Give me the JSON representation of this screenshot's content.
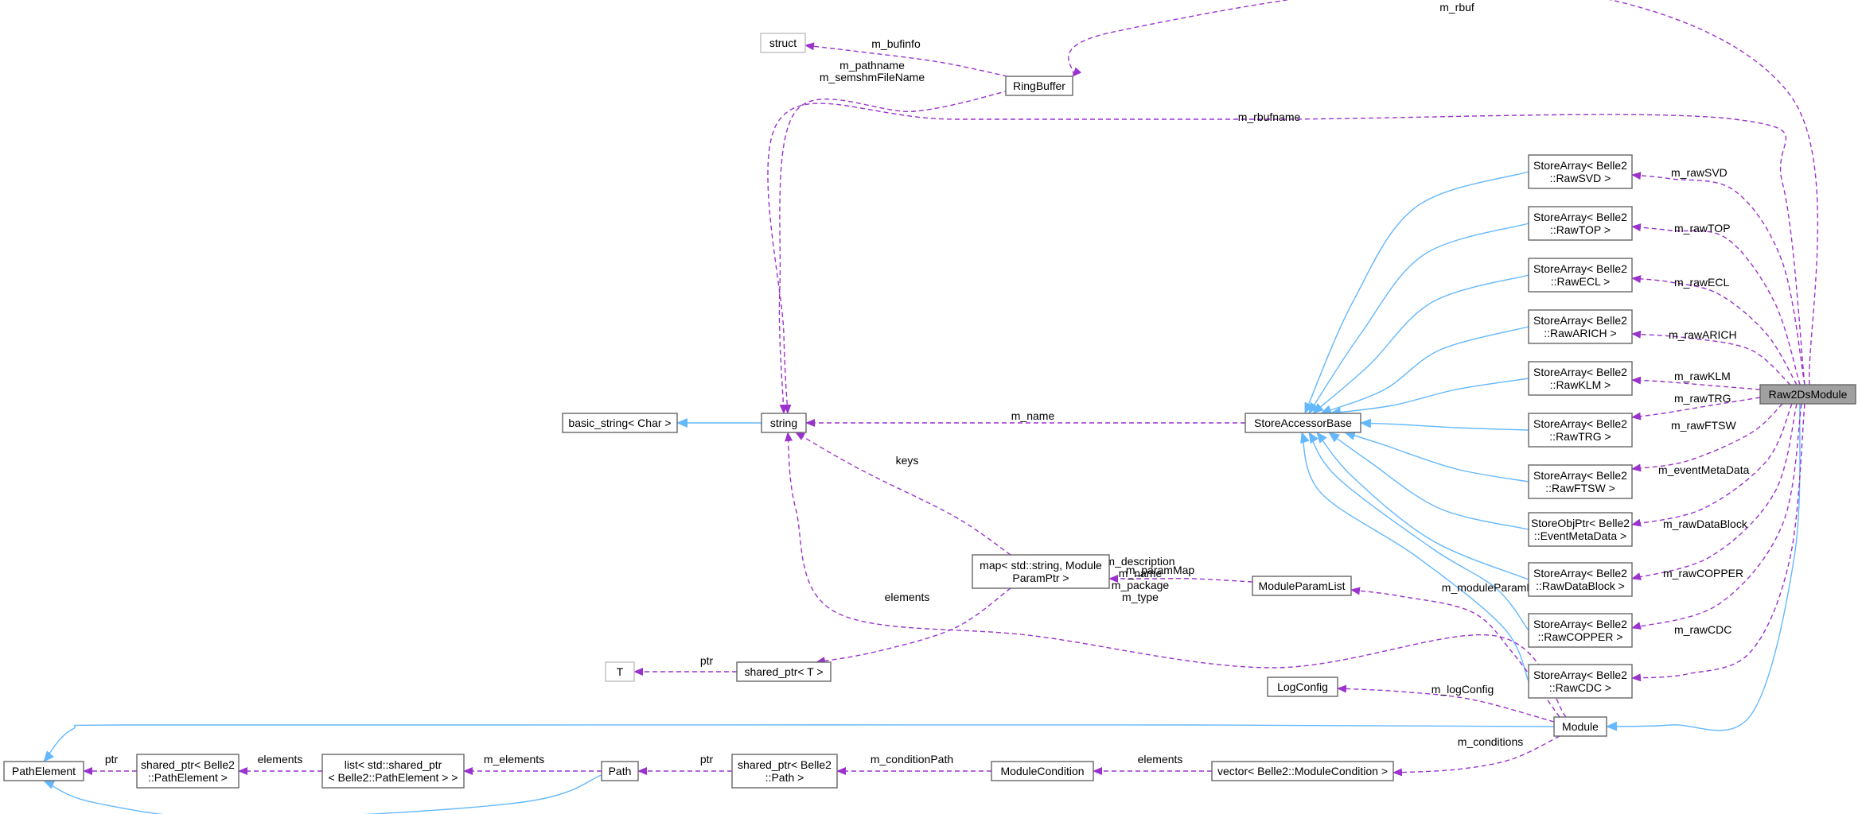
{
  "colors": {
    "usage_edge": "#9a32cd",
    "inheritance_edge": "#63b8ff",
    "node_border": "#666666",
    "highlight_fill": "#a0a0a0"
  },
  "nodes": {
    "raw2ds": [
      "Raw2DsModule"
    ],
    "module": [
      "Module"
    ],
    "ringbuffer": [
      "RingBuffer"
    ],
    "struct": [
      "struct"
    ],
    "string": [
      "string"
    ],
    "basic_string": [
      "basic_string< Char >"
    ],
    "store_accessor": [
      "StoreAccessorBase"
    ],
    "raw_svd": [
      "StoreArray< Belle2",
      "::RawSVD >"
    ],
    "raw_top": [
      "StoreArray< Belle2",
      "::RawTOP >"
    ],
    "raw_ecl": [
      "StoreArray< Belle2",
      "::RawECL >"
    ],
    "raw_arich": [
      "StoreArray< Belle2",
      "::RawARICH >"
    ],
    "raw_klm": [
      "StoreArray< Belle2",
      "::RawKLM >"
    ],
    "raw_trg": [
      "StoreArray< Belle2",
      "::RawTRG >"
    ],
    "raw_ftsw": [
      "StoreArray< Belle2",
      "::RawFTSW >"
    ],
    "event_meta": [
      "StoreObjPtr< Belle2",
      "::EventMetaData >"
    ],
    "raw_datablock": [
      "StoreArray< Belle2",
      "::RawDataBlock >"
    ],
    "raw_copper": [
      "StoreArray< Belle2",
      "::RawCOPPER >"
    ],
    "raw_cdc": [
      "StoreArray< Belle2",
      "::RawCDC >"
    ],
    "param_map": [
      "map< std::string, Module",
      "ParamPtr >"
    ],
    "module_param_list": [
      "ModuleParamList"
    ],
    "shared_ptr_t": [
      "shared_ptr< T >"
    ],
    "t": [
      "T"
    ],
    "log_config": [
      "LogConfig"
    ],
    "path_element": [
      "PathElement"
    ],
    "shared_ptr_pe": [
      "shared_ptr< Belle2",
      "::PathElement >"
    ],
    "list_pe": [
      "list< std::shared_ptr",
      "< Belle2::PathElement > >"
    ],
    "path": [
      "Path"
    ],
    "shared_ptr_path": [
      "shared_ptr< Belle2",
      "::Path >"
    ],
    "module_condition": [
      "ModuleCondition"
    ],
    "vector_mc": [
      "vector< Belle2::ModuleCondition >"
    ]
  },
  "edges": {
    "m_rbuf": [
      "m_rbuf"
    ],
    "m_rbufname": [
      "m_rbufname"
    ],
    "m_bufinfo": [
      "m_bufinfo"
    ],
    "rb_string": [
      "m_pathname",
      "m_semshmFileName"
    ],
    "m_name": [
      "m_name"
    ],
    "keys": [
      "keys"
    ],
    "m_paramMap": [
      "m_paramMap"
    ],
    "elements_map": [
      "elements"
    ],
    "ptr_t": [
      "ptr"
    ],
    "module_string": [
      "m_description",
      "m_name",
      "m_package",
      "m_type"
    ],
    "m_moduleParamList": [
      "m_moduleParamList"
    ],
    "m_logConfig": [
      "m_logConfig"
    ],
    "m_conditions": [
      "m_conditions"
    ],
    "elements_mc": [
      "elements"
    ],
    "m_conditionPath": [
      "m_conditionPath"
    ],
    "ptr_path": [
      "ptr"
    ],
    "m_elements": [
      "m_elements"
    ],
    "elements_pe": [
      "elements"
    ],
    "ptr_pe": [
      "ptr"
    ],
    "m_rawSVD": [
      "m_rawSVD"
    ],
    "m_rawTOP": [
      "m_rawTOP"
    ],
    "m_rawECL": [
      "m_rawECL"
    ],
    "m_rawARICH": [
      "m_rawARICH"
    ],
    "m_rawKLM": [
      "m_rawKLM"
    ],
    "m_rawTRG": [
      "m_rawTRG"
    ],
    "m_rawFTSW": [
      "m_rawFTSW"
    ],
    "m_eventMetaData": [
      "m_eventMetaData"
    ],
    "m_rawDataBlock": [
      "m_rawDataBlock"
    ],
    "m_rawCOPPER": [
      "m_rawCOPPER"
    ],
    "m_rawCDC": [
      "m_rawCDC"
    ]
  }
}
